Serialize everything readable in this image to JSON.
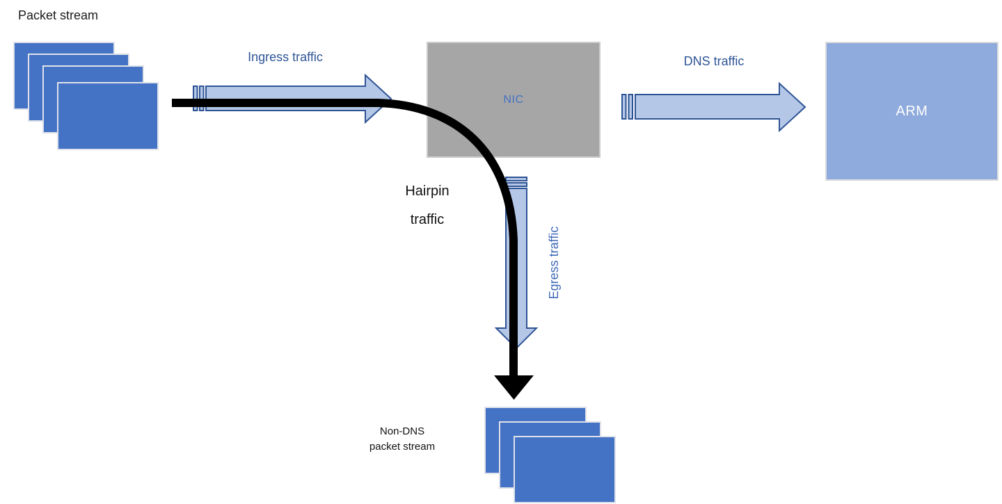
{
  "labels": {
    "packet_stream": "Packet stream",
    "ingress_traffic": "Ingress traffic",
    "dns_traffic": "DNS traffic",
    "hairpin_traffic": "Hairpin\ntraffic",
    "egress_traffic": "Egress traffic",
    "non_dns_packet_stream": "Non-DNS\npacket stream"
  },
  "nodes": {
    "nic_label": "NIC",
    "arm_label": "ARM"
  },
  "colors": {
    "packet_blue": "#4472c4",
    "arrow_fill": "#b4c7e7",
    "arrow_outline": "#2e5395",
    "nic_gray": "#a6a6a6",
    "arm_blue": "#8faadc",
    "ingress_dns_label_blue": "#2e5496",
    "egress_label_blue": "#3f6ab8",
    "hairpin_black": "#000000",
    "nic_text_blue": "#4472c4",
    "arm_text_white": "#ffffff"
  }
}
